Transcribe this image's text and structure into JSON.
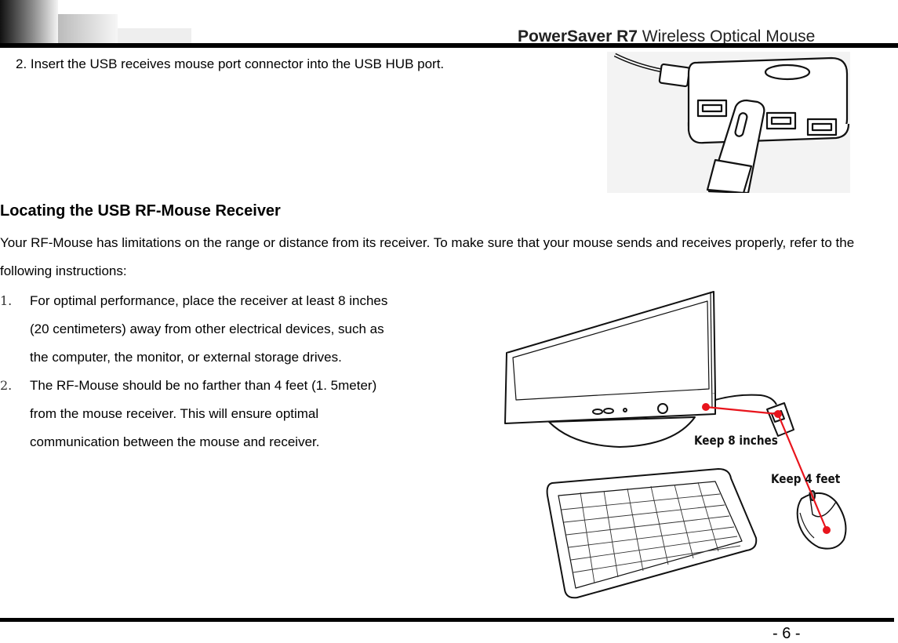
{
  "header": {
    "brand": "PowerSaver R7",
    "product": " Wireless Optical Mouse"
  },
  "step2": {
    "text": "2. Insert the USB receives mouse port connector into the USB HUB port."
  },
  "section": {
    "title": "Locating the USB RF-Mouse Receiver",
    "intro": "Your RF-Mouse has limitations on the range or distance from its receiver. To make sure that your mouse sends and receives properly, refer to the following instructions:",
    "items": [
      {
        "num": "1.",
        "lines": [
          "For optimal performance, place the receiver at least 8 inches",
          "(20 centimeters) away from other electrical devices, such as",
          "the computer, the monitor, or external storage drives."
        ]
      },
      {
        "num": "2.",
        "lines": [
          "The RF-Mouse should be no farther than 4 feet (1. 5meter)",
          "from the mouse receiver. This will ensure optimal",
          "communication between the mouse and receiver."
        ]
      }
    ]
  },
  "diagram": {
    "label_8in": "Keep 8 inches",
    "label_4ft": "Keep 4 feet",
    "line_color": "#e8141c"
  },
  "footer": {
    "page": "- 6 -"
  }
}
